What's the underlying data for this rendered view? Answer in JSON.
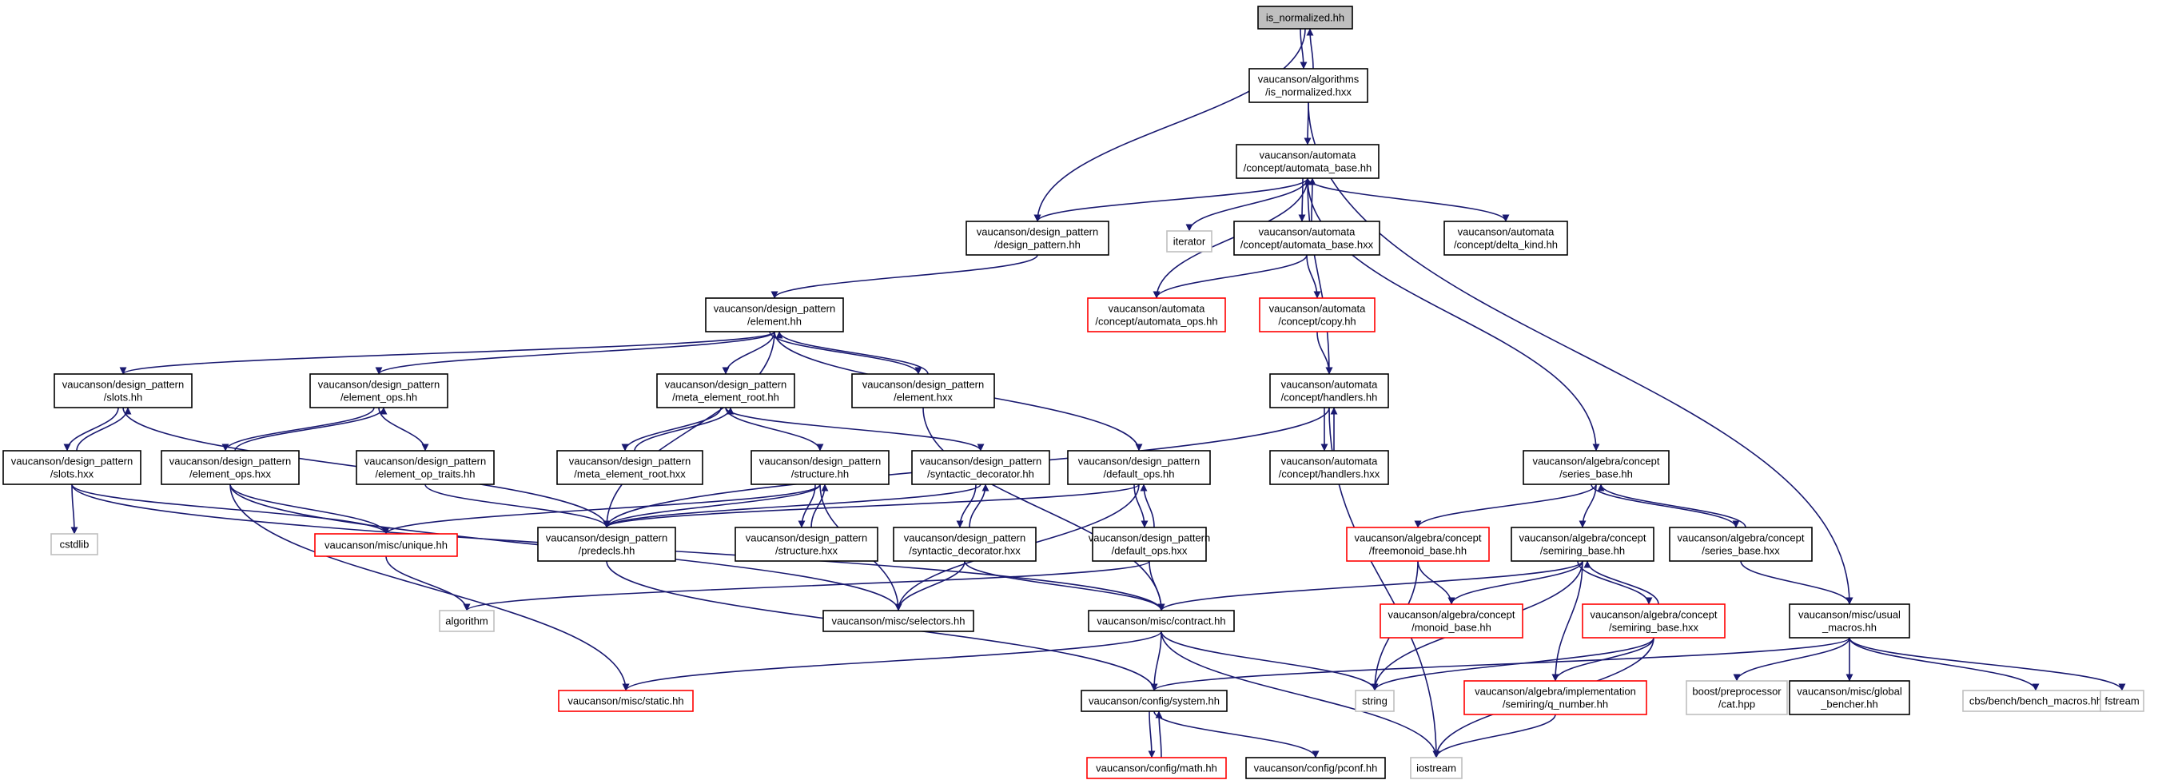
{
  "colors": {
    "edge": "#191970",
    "border_black": "#000000",
    "border_red": "#ff0000",
    "border_gray": "#bfbfbf",
    "fill_root": "#bfbfbf",
    "fill_default": "#ffffff"
  },
  "nodes": {
    "is_normalized_hh": {
      "lines": [
        "is_normalized.hh"
      ],
      "style": "root"
    },
    "is_normalized_hxx": {
      "lines": [
        "vaucanson/algorithms",
        "/is_normalized.hxx"
      ],
      "style": "black"
    },
    "automata_base_hh": {
      "lines": [
        "vaucanson/automata",
        "/concept/automata_base.hh"
      ],
      "style": "black"
    },
    "design_pattern_hh": {
      "lines": [
        "vaucanson/design_pattern",
        "/design_pattern.hh"
      ],
      "style": "black"
    },
    "iterator": {
      "lines": [
        "iterator"
      ],
      "style": "gray"
    },
    "automata_base_hxx": {
      "lines": [
        "vaucanson/automata",
        "/concept/automata_base.hxx"
      ],
      "style": "black"
    },
    "delta_kind_hh": {
      "lines": [
        "vaucanson/automata",
        "/concept/delta_kind.hh"
      ],
      "style": "black"
    },
    "automata_ops_hh": {
      "lines": [
        "vaucanson/automata",
        "/concept/automata_ops.hh"
      ],
      "style": "red"
    },
    "copy_hh": {
      "lines": [
        "vaucanson/automata",
        "/concept/copy.hh"
      ],
      "style": "red"
    },
    "element_hh": {
      "lines": [
        "vaucanson/design_pattern",
        "/element.hh"
      ],
      "style": "black"
    },
    "slots_hh": {
      "lines": [
        "vaucanson/design_pattern",
        "/slots.hh"
      ],
      "style": "black"
    },
    "element_ops_hh": {
      "lines": [
        "vaucanson/design_pattern",
        "/element_ops.hh"
      ],
      "style": "black"
    },
    "meta_element_root_hh": {
      "lines": [
        "vaucanson/design_pattern",
        "/meta_element_root.hh"
      ],
      "style": "black"
    },
    "element_hxx": {
      "lines": [
        "vaucanson/design_pattern",
        "/element.hxx"
      ],
      "style": "black"
    },
    "handlers_hh": {
      "lines": [
        "vaucanson/automata",
        "/concept/handlers.hh"
      ],
      "style": "black"
    },
    "slots_hxx": {
      "lines": [
        "vaucanson/design_pattern",
        "/slots.hxx"
      ],
      "style": "black"
    },
    "element_ops_hxx": {
      "lines": [
        "vaucanson/design_pattern",
        "/element_ops.hxx"
      ],
      "style": "black"
    },
    "element_op_traits_hh": {
      "lines": [
        "vaucanson/design_pattern",
        "/element_op_traits.hh"
      ],
      "style": "black"
    },
    "meta_element_root_hxx": {
      "lines": [
        "vaucanson/design_pattern",
        "/meta_element_root.hxx"
      ],
      "style": "black"
    },
    "structure_hh": {
      "lines": [
        "vaucanson/design_pattern",
        "/structure.hh"
      ],
      "style": "black"
    },
    "syntactic_decorator_hh": {
      "lines": [
        "vaucanson/design_pattern",
        "/syntactic_decorator.hh"
      ],
      "style": "black"
    },
    "default_ops_hh": {
      "lines": [
        "vaucanson/design_pattern",
        "/default_ops.hh"
      ],
      "style": "black"
    },
    "handlers_hxx": {
      "lines": [
        "vaucanson/automata",
        "/concept/handlers.hxx"
      ],
      "style": "black"
    },
    "series_base_hh": {
      "lines": [
        "vaucanson/algebra/concept",
        "/series_base.hh"
      ],
      "style": "black"
    },
    "cstdlib": {
      "lines": [
        "cstdlib"
      ],
      "style": "gray"
    },
    "unique_hh": {
      "lines": [
        "vaucanson/misc/unique.hh"
      ],
      "style": "red"
    },
    "predecls_hh": {
      "lines": [
        "vaucanson/design_pattern",
        "/predecls.hh"
      ],
      "style": "black"
    },
    "structure_hxx": {
      "lines": [
        "vaucanson/design_pattern",
        "/structure.hxx"
      ],
      "style": "black"
    },
    "syntactic_decorator_hxx": {
      "lines": [
        "vaucanson/design_pattern",
        "/syntactic_decorator.hxx"
      ],
      "style": "black"
    },
    "default_ops_hxx": {
      "lines": [
        "vaucanson/design_pattern",
        "/default_ops.hxx"
      ],
      "style": "black"
    },
    "freemonoid_base_hh": {
      "lines": [
        "vaucanson/algebra/concept",
        "/freemonoid_base.hh"
      ],
      "style": "red"
    },
    "semiring_base_hh": {
      "lines": [
        "vaucanson/algebra/concept",
        "/semiring_base.hh"
      ],
      "style": "black"
    },
    "series_base_hxx": {
      "lines": [
        "vaucanson/algebra/concept",
        "/series_base.hxx"
      ],
      "style": "black"
    },
    "algorithm": {
      "lines": [
        "algorithm"
      ],
      "style": "gray"
    },
    "selectors_hh": {
      "lines": [
        "vaucanson/misc/selectors.hh"
      ],
      "style": "black"
    },
    "contract_hh": {
      "lines": [
        "vaucanson/misc/contract.hh"
      ],
      "style": "black"
    },
    "monoid_base_hh": {
      "lines": [
        "vaucanson/algebra/concept",
        "/monoid_base.hh"
      ],
      "style": "red"
    },
    "semiring_base_hxx": {
      "lines": [
        "vaucanson/algebra/concept",
        "/semiring_base.hxx"
      ],
      "style": "red"
    },
    "usual_macros_hh": {
      "lines": [
        "vaucanson/misc/usual",
        "_macros.hh"
      ],
      "style": "black"
    },
    "static_hh": {
      "lines": [
        "vaucanson/misc/static.hh"
      ],
      "style": "red"
    },
    "system_hh": {
      "lines": [
        "vaucanson/config/system.hh"
      ],
      "style": "black"
    },
    "string": {
      "lines": [
        "string"
      ],
      "style": "gray"
    },
    "q_number_hh": {
      "lines": [
        "vaucanson/algebra/implementation",
        "/semiring/q_number.hh"
      ],
      "style": "red"
    },
    "boost_cat_hpp": {
      "lines": [
        "boost/preprocessor",
        "/cat.hpp"
      ],
      "style": "gray"
    },
    "global_bencher_hh": {
      "lines": [
        "vaucanson/misc/global",
        "_bencher.hh"
      ],
      "style": "black"
    },
    "bench_macros_hh": {
      "lines": [
        "cbs/bench/bench_macros.hh"
      ],
      "style": "gray"
    },
    "fstream": {
      "lines": [
        "fstream"
      ],
      "style": "gray"
    },
    "math_hh": {
      "lines": [
        "vaucanson/config/math.hh"
      ],
      "style": "red"
    },
    "pconf_hh": {
      "lines": [
        "vaucanson/config/pconf.hh"
      ],
      "style": "black"
    },
    "iostream": {
      "lines": [
        "iostream"
      ],
      "style": "gray"
    }
  },
  "edges": [
    [
      "is_normalized_hh",
      "is_normalized_hxx"
    ],
    [
      "is_normalized_hxx",
      "is_normalized_hh"
    ],
    [
      "is_normalized_hh",
      "design_pattern_hh"
    ],
    [
      "is_normalized_hxx",
      "automata_base_hh"
    ],
    [
      "is_normalized_hxx",
      "usual_macros_hh"
    ],
    [
      "automata_base_hh",
      "design_pattern_hh"
    ],
    [
      "automata_base_hh",
      "iterator"
    ],
    [
      "automata_base_hh",
      "automata_base_hxx"
    ],
    [
      "automata_base_hxx",
      "automata_base_hh"
    ],
    [
      "automata_base_hh",
      "delta_kind_hh"
    ],
    [
      "automata_base_hh",
      "handlers_hh"
    ],
    [
      "automata_base_hh",
      "series_base_hh"
    ],
    [
      "automata_ops_hh",
      "automata_base_hh"
    ],
    [
      "automata_base_hxx",
      "automata_ops_hh"
    ],
    [
      "automata_base_hxx",
      "copy_hh"
    ],
    [
      "copy_hh",
      "handlers_hh"
    ],
    [
      "design_pattern_hh",
      "element_hh"
    ],
    [
      "element_hh",
      "slots_hh"
    ],
    [
      "element_hh",
      "element_ops_hh"
    ],
    [
      "element_hh",
      "meta_element_root_hh"
    ],
    [
      "element_hh",
      "element_hxx"
    ],
    [
      "element_hxx",
      "element_hh"
    ],
    [
      "element_hh",
      "predecls_hh"
    ],
    [
      "element_hh",
      "default_ops_hh"
    ],
    [
      "element_hxx",
      "contract_hh"
    ],
    [
      "slots_hh",
      "slots_hxx"
    ],
    [
      "slots_hxx",
      "slots_hh"
    ],
    [
      "slots_hh",
      "predecls_hh"
    ],
    [
      "element_ops_hh",
      "element_ops_hxx"
    ],
    [
      "element_ops_hxx",
      "element_ops_hh"
    ],
    [
      "element_ops_hh",
      "element_op_traits_hh"
    ],
    [
      "meta_element_root_hh",
      "meta_element_root_hxx"
    ],
    [
      "meta_element_root_hxx",
      "meta_element_root_hh"
    ],
    [
      "meta_element_root_hh",
      "structure_hh"
    ],
    [
      "meta_element_root_hh",
      "syntactic_decorator_hh"
    ],
    [
      "handlers_hh",
      "handlers_hxx"
    ],
    [
      "handlers_hxx",
      "handlers_hh"
    ],
    [
      "handlers_hh",
      "predecls_hh"
    ],
    [
      "handlers_hh",
      "iostream"
    ],
    [
      "slots_hxx",
      "cstdlib"
    ],
    [
      "slots_hxx",
      "unique_hh"
    ],
    [
      "slots_hxx",
      "contract_hh"
    ],
    [
      "element_ops_hxx",
      "unique_hh"
    ],
    [
      "element_ops_hxx",
      "selectors_hh"
    ],
    [
      "element_ops_hxx",
      "static_hh"
    ],
    [
      "element_op_traits_hh",
      "predecls_hh"
    ],
    [
      "structure_hh",
      "structure_hxx"
    ],
    [
      "structure_hxx",
      "structure_hh"
    ],
    [
      "structure_hh",
      "predecls_hh"
    ],
    [
      "structure_hh",
      "unique_hh"
    ],
    [
      "structure_hh",
      "selectors_hh"
    ],
    [
      "syntactic_decorator_hh",
      "syntactic_decorator_hxx"
    ],
    [
      "syntactic_decorator_hxx",
      "syntactic_decorator_hh"
    ],
    [
      "syntactic_decorator_hh",
      "predecls_hh"
    ],
    [
      "default_ops_hh",
      "default_ops_hxx"
    ],
    [
      "default_ops_hxx",
      "default_ops_hh"
    ],
    [
      "default_ops_hh",
      "predecls_hh"
    ],
    [
      "default_ops_hh",
      "selectors_hh"
    ],
    [
      "syntactic_decorator_hxx",
      "selectors_hh"
    ],
    [
      "syntactic_decorator_hxx",
      "contract_hh"
    ],
    [
      "default_ops_hxx",
      "contract_hh"
    ],
    [
      "default_ops_hxx",
      "algorithm"
    ],
    [
      "unique_hh",
      "algorithm"
    ],
    [
      "predecls_hh",
      "system_hh"
    ],
    [
      "series_base_hh",
      "freemonoid_base_hh"
    ],
    [
      "series_base_hh",
      "semiring_base_hh"
    ],
    [
      "series_base_hh",
      "series_base_hxx"
    ],
    [
      "series_base_hxx",
      "series_base_hh"
    ],
    [
      "series_base_hxx",
      "usual_macros_hh"
    ],
    [
      "freemonoid_base_hh",
      "monoid_base_hh"
    ],
    [
      "freemonoid_base_hh",
      "string"
    ],
    [
      "semiring_base_hh",
      "monoid_base_hh"
    ],
    [
      "semiring_base_hh",
      "semiring_base_hxx"
    ],
    [
      "semiring_base_hxx",
      "semiring_base_hh"
    ],
    [
      "semiring_base_hh",
      "contract_hh"
    ],
    [
      "semiring_base_hh",
      "string"
    ],
    [
      "semiring_base_hh",
      "q_number_hh"
    ],
    [
      "semiring_base_hxx",
      "q_number_hh"
    ],
    [
      "semiring_base_hxx",
      "string"
    ],
    [
      "semiring_base_hxx",
      "iostream"
    ],
    [
      "contract_hh",
      "static_hh"
    ],
    [
      "contract_hh",
      "system_hh"
    ],
    [
      "contract_hh",
      "string"
    ],
    [
      "contract_hh",
      "iostream"
    ],
    [
      "usual_macros_hh",
      "system_hh"
    ],
    [
      "usual_macros_hh",
      "boost_cat_hpp"
    ],
    [
      "usual_macros_hh",
      "global_bencher_hh"
    ],
    [
      "usual_macros_hh",
      "bench_macros_hh"
    ],
    [
      "usual_macros_hh",
      "fstream"
    ],
    [
      "system_hh",
      "math_hh"
    ],
    [
      "math_hh",
      "system_hh"
    ],
    [
      "system_hh",
      "pconf_hh"
    ],
    [
      "q_number_hh",
      "iostream"
    ]
  ]
}
